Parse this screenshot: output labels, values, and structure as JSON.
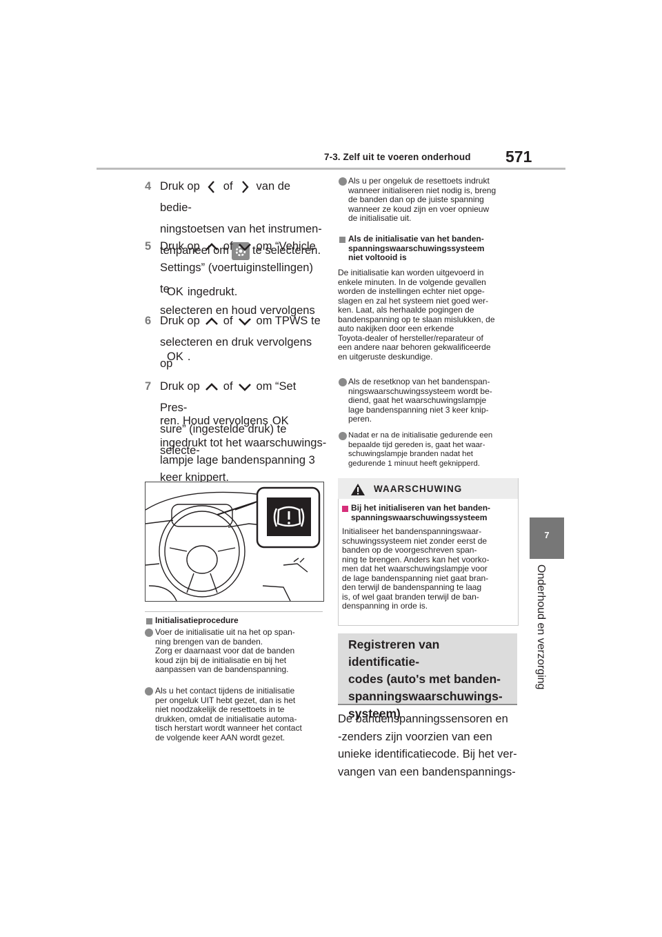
{
  "header": {
    "section_title": "7-3. Zelf uit te voeren onderhoud",
    "page_number": "571"
  },
  "side_tab": {
    "chapter_number": "7",
    "chapter_title": "Onderhoud en verzorging"
  },
  "steps": [
    {
      "number": "4",
      "line1_a": "Druk op",
      "line1_b": "of",
      "line1_c": "van de bedie-",
      "line2": "ningstoetsen van het instrumen-",
      "line3_a": "tenpaneel om",
      "line3_b": "te selecteren."
    },
    {
      "number": "5",
      "line1_a": "Druk op",
      "line1_b": "of",
      "line1_c": "om “Vehicle",
      "line2": "Settings” (voertuiginstellingen) te",
      "line3": "selecteren en houd vervolgens",
      "ok": "OK",
      "line4": "ingedrukt."
    },
    {
      "number": "6",
      "line1_a": "Druk op",
      "line1_b": "of",
      "line1_c": "om TPWS te",
      "line2": "selecteren en druk vervolgens op",
      "ok": "OK",
      "line3": "."
    },
    {
      "number": "7",
      "line1_a": "Druk op",
      "line1_b": "of",
      "line1_c": "om “Set Pres-",
      "line2": "sure” (ingestelde druk) te selecte-",
      "line3_a": "ren. Houd vervolgens",
      "ok": "OK",
      "line4": "ingedrukt tot het waarschuwings-",
      "line5": "lampje lage bandenspanning 3",
      "line6": "keer knippert."
    }
  ],
  "init_procedure": {
    "heading": "Initialisatieprocedure",
    "bullets": [
      [
        "Voer de initialisatie uit na het op span-",
        "ning brengen van de banden.",
        "Zorg er daarnaast voor dat de banden",
        "koud zijn bij de initialisatie en bij het",
        "aanpassen van de bandenspanning."
      ],
      [
        "Als u het contact tijdens de initialisatie",
        "per ongeluk UIT hebt gezet, dan is het",
        "niet noodzakelijk de resettoets in te",
        "drukken, omdat de initialisatie automa-",
        "tisch herstart wordt wanneer het contact",
        "de volgende keer AAN wordt gezet."
      ]
    ]
  },
  "right_top": {
    "bullet1": [
      "Als u per ongeluk de resettoets indrukt",
      "wanneer initialiseren niet nodig is, breng",
      "de banden dan op de juiste spanning",
      "wanneer ze koud zijn en voer opnieuw",
      "de initialisatie uit."
    ],
    "heading": [
      "Als de initialisatie van het banden-",
      "spanningswaarschuwingssysteem",
      "niet voltooid is"
    ],
    "paragraph": [
      "De initialisatie kan worden uitgevoerd in",
      "enkele minuten. In de volgende gevallen",
      "worden de instellingen echter niet opge-",
      "slagen en zal het systeem niet goed wer-",
      "ken. Laat, als herhaalde pogingen de",
      "bandenspanning op te slaan mislukken, de",
      "auto nakijken door een erkende",
      "Toyota-dealer of hersteller/reparateur of",
      "een andere naar behoren gekwalificeerde",
      "en uitgeruste deskundige."
    ],
    "bullet2": [
      "Als de resetknop van het bandenspan-",
      "ningswaarschuwingssysteem wordt be-",
      "diend, gaat het waarschuwingslampje",
      "lage bandenspanning niet 3 keer knip-",
      "peren."
    ],
    "bullet3": [
      "Nadat er na de initialisatie gedurende een",
      "bepaalde tijd gereden is, gaat het waar-",
      "schuwingslampje branden nadat het",
      "gedurende 1 minuut heeft geknipperd."
    ]
  },
  "warning": {
    "title": "WAARSCHUWING",
    "heading": [
      "Bij het initialiseren van het banden-",
      "spanningswaarschuwingssysteem"
    ],
    "text": [
      "Initialiseer het bandenspanningswaar-",
      "schuwingssysteem niet zonder eerst de",
      "banden op de voorgeschreven span-",
      "ning te brengen. Anders kan het voorko-",
      "men dat het waarschuwingslampje voor",
      "de lage bandenspanning niet gaat bran-",
      "den terwijl de bandenspanning te laag",
      "is, of wel gaat branden terwijl de ban-",
      "denspanning in orde is."
    ]
  },
  "section": {
    "heading": [
      "Registreren van identificatie-",
      "codes (auto's met banden-",
      "spanningswaarschuwings-",
      "systeem)"
    ],
    "body": [
      "De bandenspanningssensoren en",
      "-zenders zijn voorzien van een",
      "unieke identificatiecode. Bij het ver-",
      "vangen van een bandenspannings-"
    ]
  }
}
